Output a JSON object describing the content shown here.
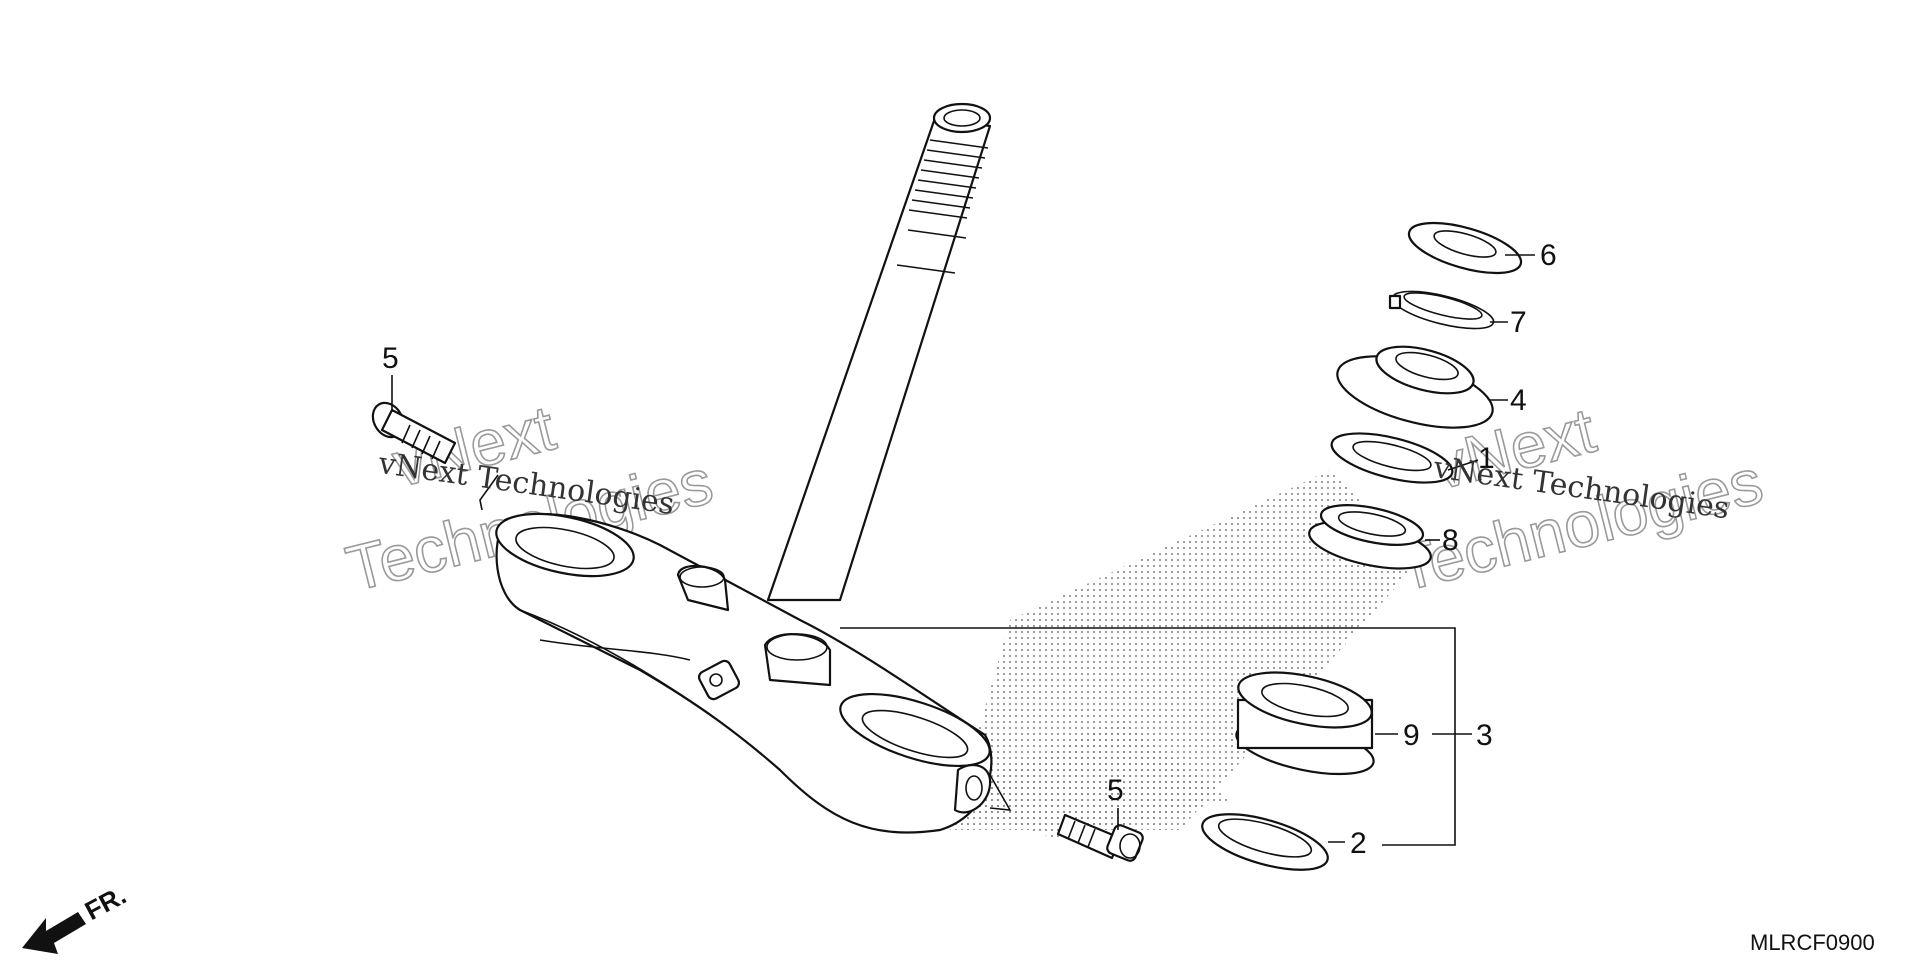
{
  "callouts": {
    "bolt_left": "5",
    "bolt_right": "5",
    "nut": "6",
    "washer": "7",
    "lock_nut": "4",
    "seal": "1",
    "upper_bearing": "8",
    "lower_bearing": "9",
    "bearing_set": "3",
    "dust_seal": "2"
  },
  "watermarks": {
    "left_small": "vNext Technologies",
    "left_big_line1": "vNext",
    "left_big_line2": "Technologies",
    "right_small": "vNext Technologies",
    "right_big_line1": "vNext",
    "right_big_line2": "Technologies"
  },
  "direction_label": "FR.",
  "diagram_code": "MLRCF0900"
}
